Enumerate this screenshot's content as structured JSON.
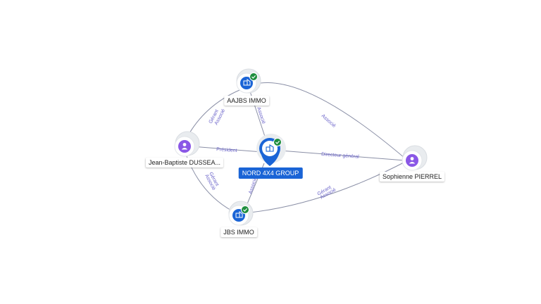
{
  "nodes": {
    "aajbs": {
      "label": "AAJBS IMMO",
      "icon": "building-icon",
      "verified": true
    },
    "nord": {
      "label": "NORD 4X4 GROUP",
      "icon": "building-icon",
      "verified": true
    },
    "jbs": {
      "label": "JBS IMMO",
      "icon": "building-icon",
      "verified": true
    },
    "jeanbaptiste": {
      "label": "Jean-Baptiste DUSSEA...",
      "icon": "person-icon"
    },
    "sophienne": {
      "label": "Sophienne PIERREL",
      "icon": "person-icon"
    }
  },
  "edges": {
    "jb_aajbs_1": "Gérant",
    "jb_aajbs_2": "Associé",
    "jb_nord": "Président",
    "jb_jbs_1": "Gérant",
    "jb_jbs_2": "Associé",
    "aajbs_nord": "Associé",
    "jbs_nord": "Associé",
    "soph_aajbs": "Associé",
    "soph_nord": "Directeur général",
    "soph_jbs_1": "Gérant",
    "soph_jbs_2": "Associé"
  },
  "colors": {
    "company": "#1a64d6",
    "person": "#8a57e6",
    "verified": "#1e8e3e",
    "edge": "#8a8fa6",
    "edge_label": "#6a63c9"
  }
}
